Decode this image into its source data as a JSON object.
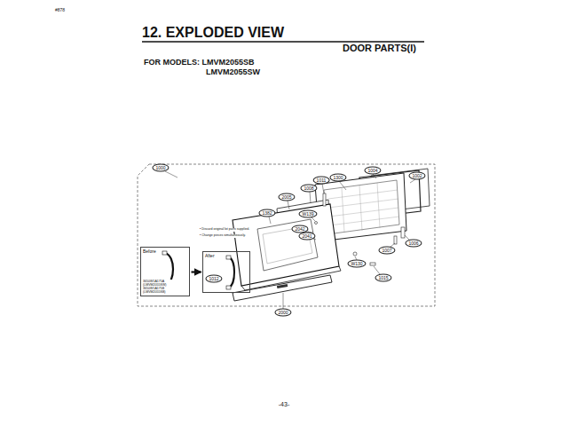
{
  "diagram": {
    "title": "12. EXPLODED VIEW",
    "nodes": [
      {
        "text": [
          "Before",
          "3650W1A175A (LMVM2055SW) 3650W1A175B (LMVM2055SB)"
        ]
      },
      {
        "text": [
          "After"
        ]
      }
    ],
    "edges": [
      {
        "from": 0,
        "to": 1,
        "arrow": "to"
      }
    ],
    "labels": [
      "#878",
      "DOOR PARTS(I)",
      "FOR MODELS: LMVM2055SB",
      "LMVM2055SW",
      "1000",
      "1011",
      "1300",
      "1004",
      "1002",
      "1008",
      "2005",
      "W139",
      "1382",
      "2041",
      "2042",
      "1006",
      "1007",
      "W130",
      "1015",
      "1012",
      "2000",
      "• Discard original lot parts supplied.",
      "• Change pieces simultaneously.",
      "-43-"
    ]
  }
}
